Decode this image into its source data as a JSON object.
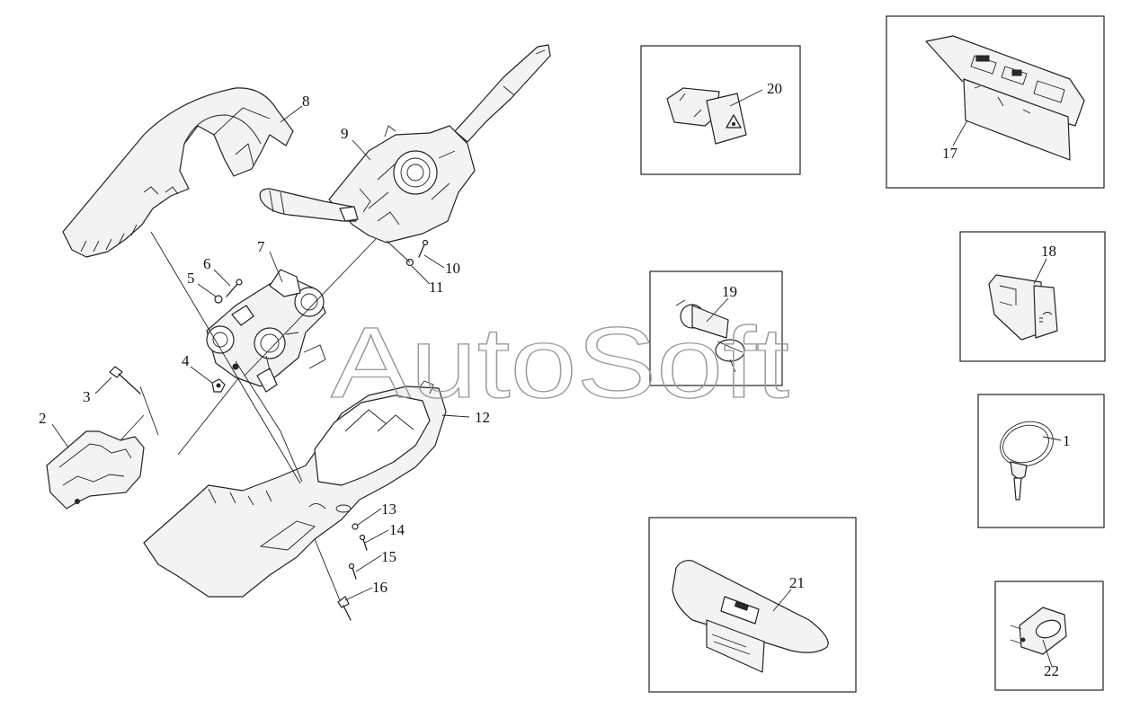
{
  "watermark": "AutoSoft",
  "callouts": {
    "n1": "1",
    "n2": "2",
    "n3": "3",
    "n4": "4",
    "n5": "5",
    "n6": "6",
    "n7": "7",
    "n8": "8",
    "n9": "9",
    "n10": "10",
    "n11": "11",
    "n12": "12",
    "n13": "13",
    "n14": "14",
    "n15": "15",
    "n16": "16",
    "n17": "17",
    "n18": "18",
    "n19": "19",
    "n20": "20",
    "n21": "21",
    "n22": "22"
  },
  "icons": {
    "hazard": "warning-triangle-icon",
    "fog": "fog-lamp-icon"
  }
}
